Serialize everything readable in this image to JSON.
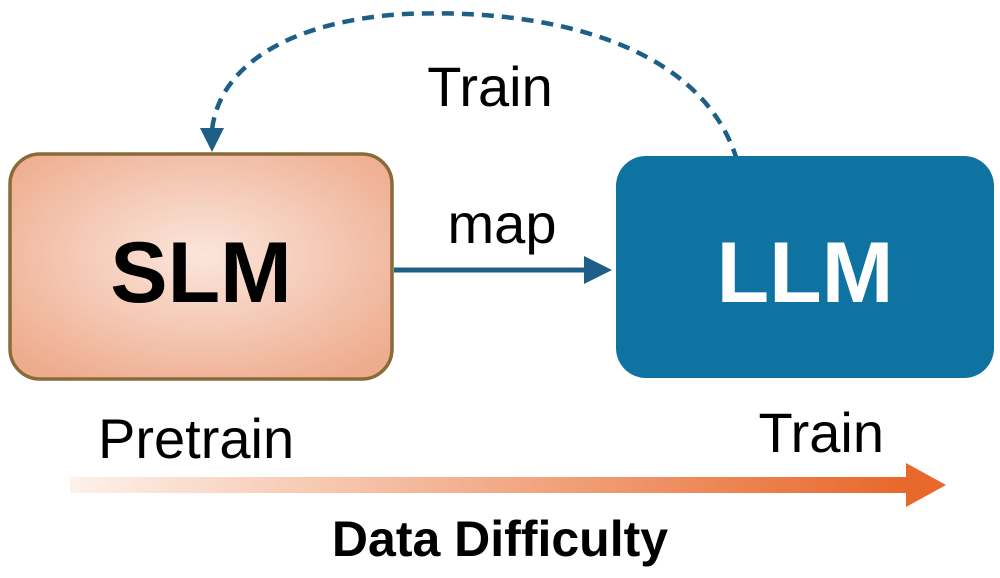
{
  "nodes": {
    "slm": {
      "label": "SLM",
      "fill_light": "#fbe6dc",
      "fill_dark": "#eeac8e",
      "border": "#8b6a3a",
      "text_color": "#000000"
    },
    "llm": {
      "label": "LLM",
      "fill": "#0f73a1",
      "text_color": "#ffffff"
    }
  },
  "edges": {
    "map": {
      "label": "map",
      "color": "#1d5f86"
    },
    "train_loop": {
      "label": "Train",
      "color": "#1d5f86",
      "style": "dashed"
    }
  },
  "stages": {
    "start": "Pretrain",
    "end": "Train"
  },
  "axis": {
    "title": "Data Difficulty",
    "gradient_start": "#fdf1ea",
    "gradient_end": "#e8672a"
  }
}
